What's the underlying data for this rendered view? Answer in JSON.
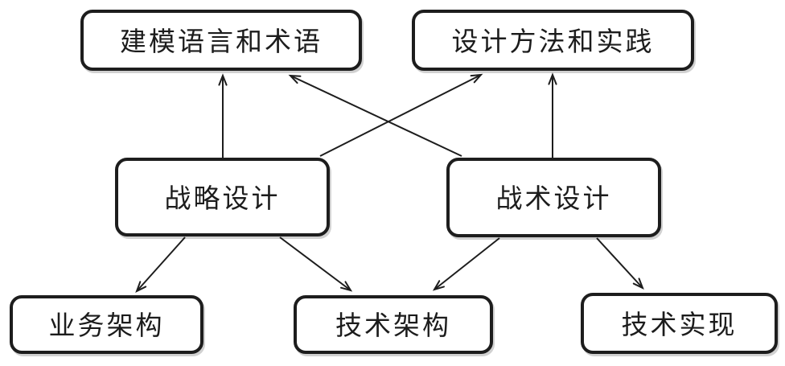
{
  "diagram": {
    "background_color": "#ffffff",
    "stroke_color": "#1d1d1d",
    "text_color": "#1c1c1c",
    "nodes": {
      "modeling": {
        "label": "建模语言和术语",
        "row": "top"
      },
      "methods": {
        "label": "设计方法和实践",
        "row": "top"
      },
      "strategic": {
        "label": "战略设计",
        "row": "middle"
      },
      "tactical": {
        "label": "战术设计",
        "row": "middle"
      },
      "business": {
        "label": "业务架构",
        "row": "bottom"
      },
      "tech_arch": {
        "label": "技术架构",
        "row": "bottom"
      },
      "tech_impl": {
        "label": "技术实现",
        "row": "bottom"
      }
    },
    "edges": [
      {
        "from": "战略设计",
        "to": "建模语言和术语"
      },
      {
        "from": "战略设计",
        "to": "设计方法和实践"
      },
      {
        "from": "战术设计",
        "to": "建模语言和术语"
      },
      {
        "from": "战术设计",
        "to": "设计方法和实践"
      },
      {
        "from": "战略设计",
        "to": "业务架构"
      },
      {
        "from": "战略设计",
        "to": "技术架构"
      },
      {
        "from": "战术设计",
        "to": "技术架构"
      },
      {
        "from": "战术设计",
        "to": "技术实现"
      }
    ]
  }
}
